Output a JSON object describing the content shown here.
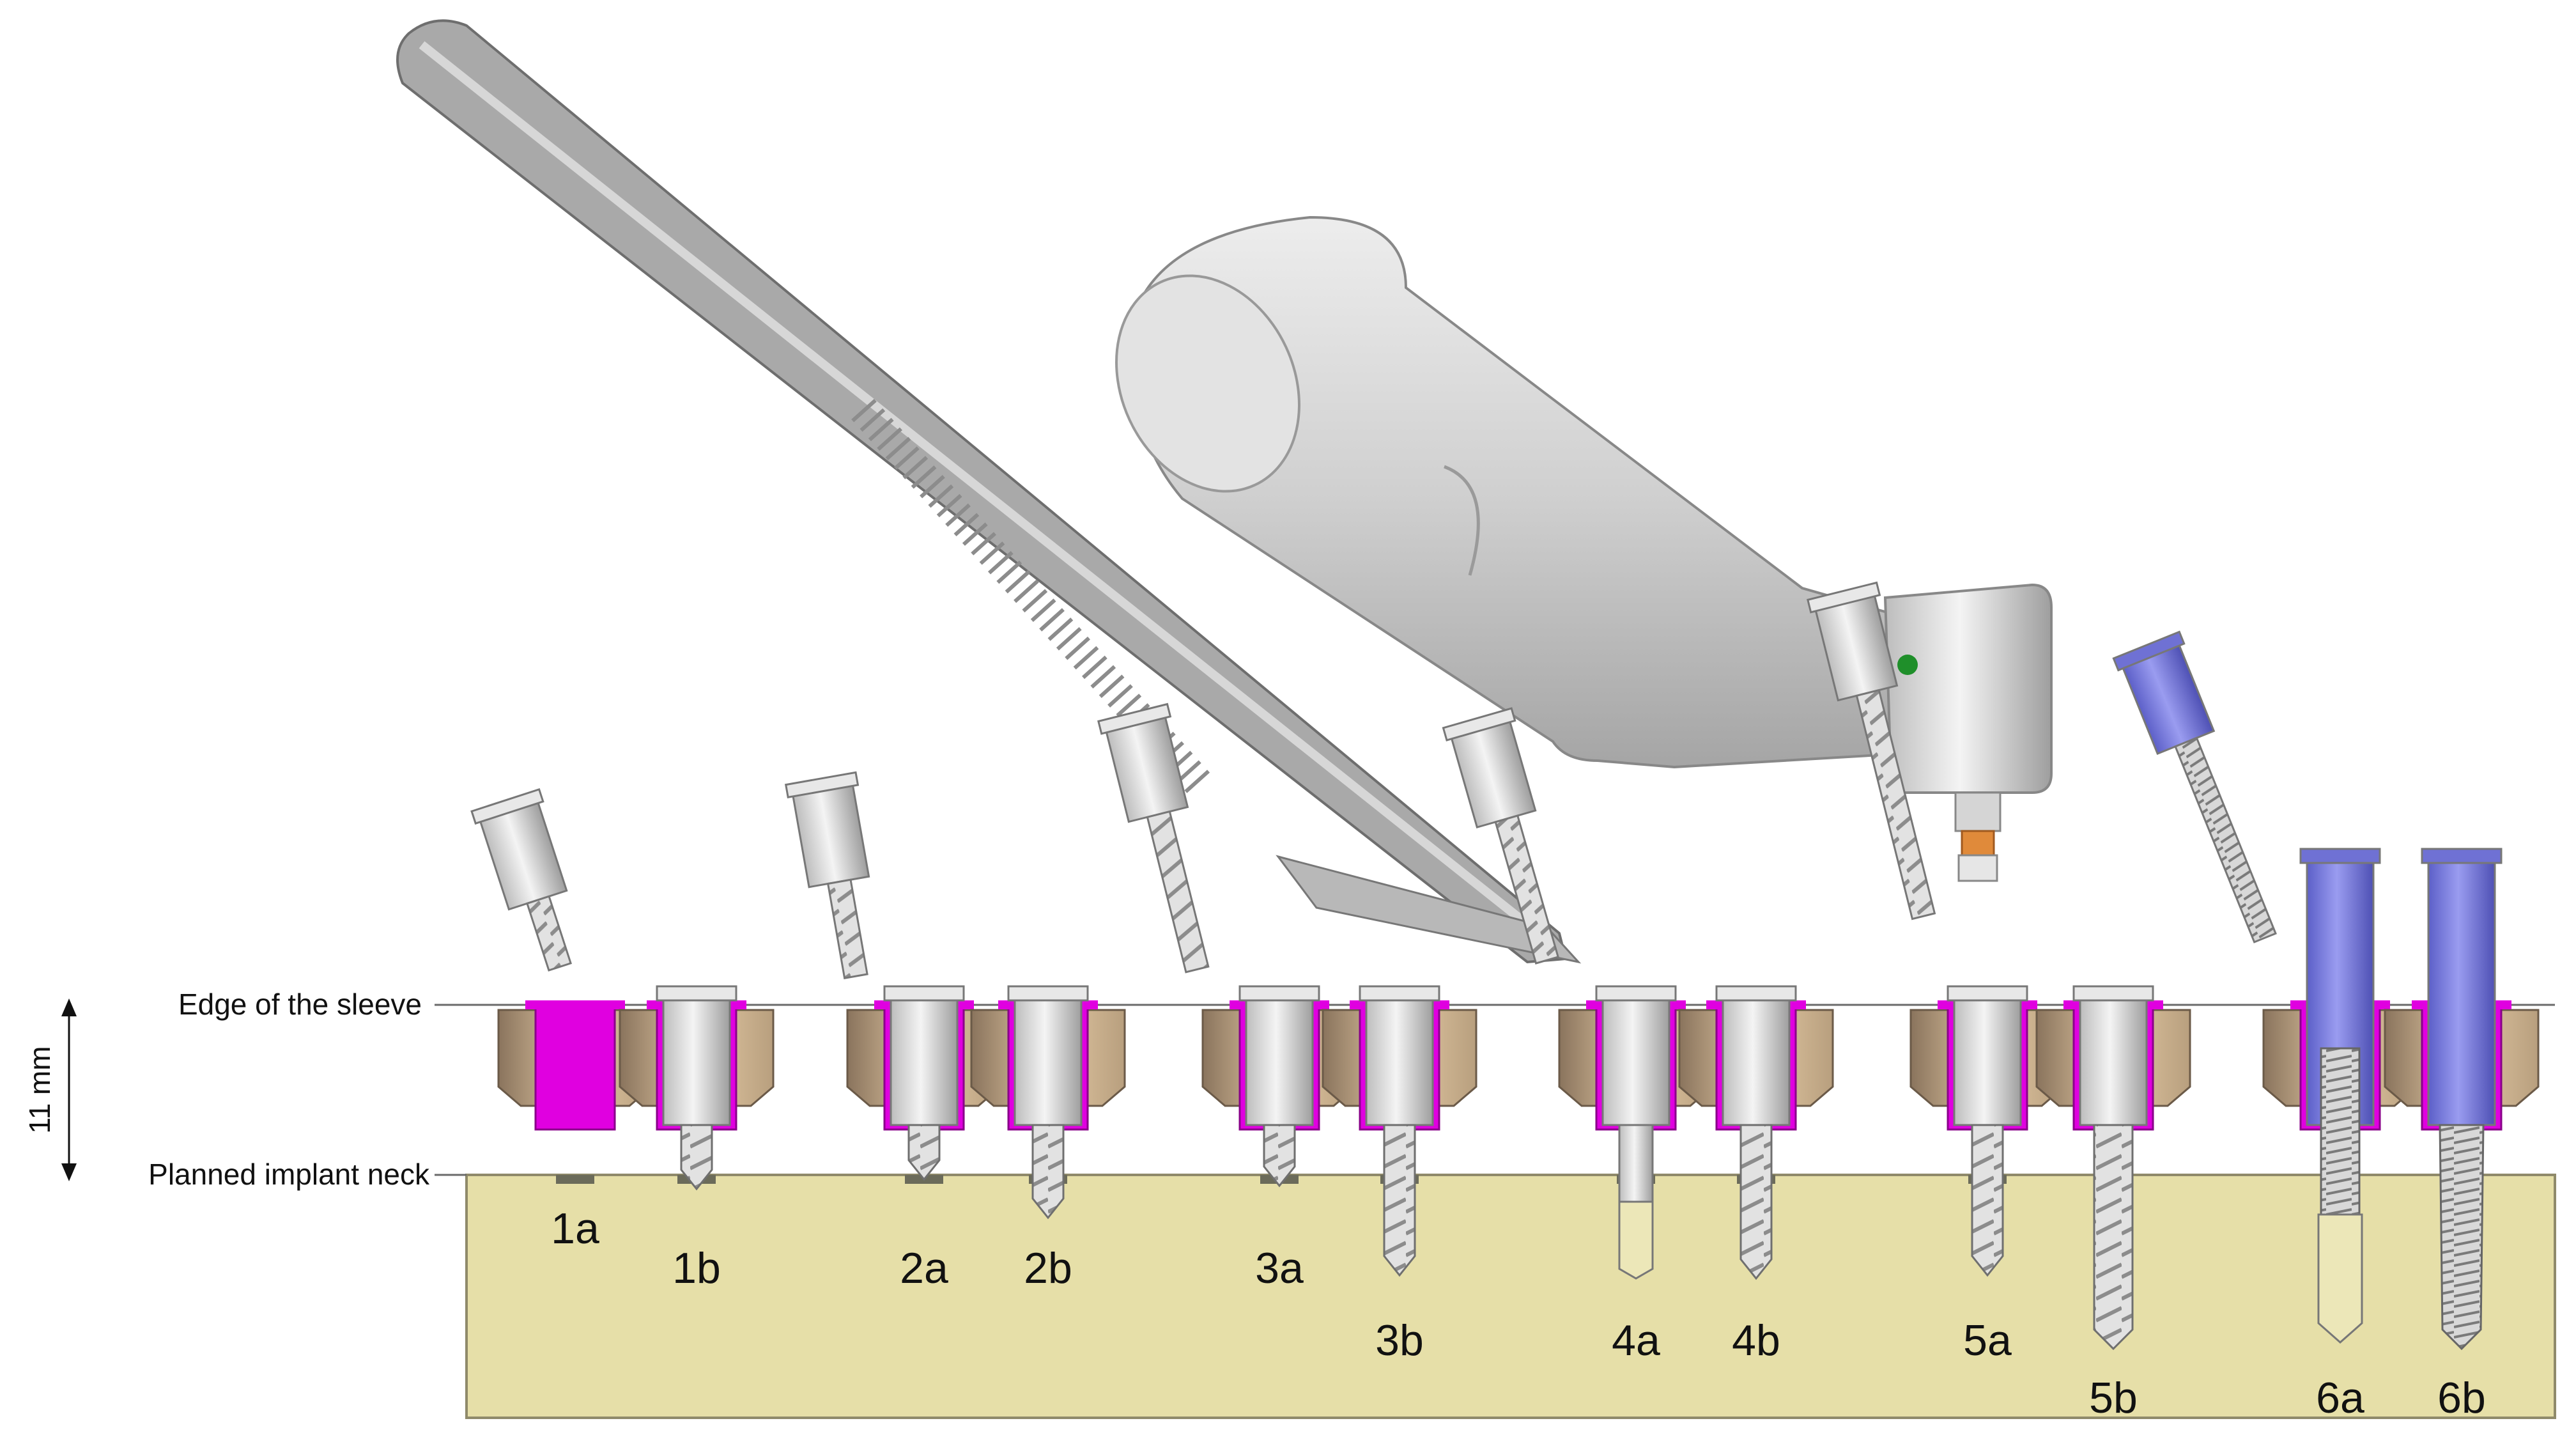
{
  "annotations": {
    "sleeve_edge": "Edge of the sleeve",
    "implant_neck": "Planned implant neck",
    "dimension": "11 mm"
  },
  "steps": [
    "1a",
    "1b",
    "2a",
    "2b",
    "3a",
    "3b",
    "4a",
    "4b",
    "5a",
    "5b",
    "6a",
    "6b"
  ],
  "colors": {
    "bone": "#e6dfa8",
    "sleeve": "#e000e0",
    "guide_block": "#d9bf9a",
    "instrument": "#dcdcdc",
    "implant_driver": "#7d7fe0",
    "handpiece": "#cfcfcf"
  }
}
